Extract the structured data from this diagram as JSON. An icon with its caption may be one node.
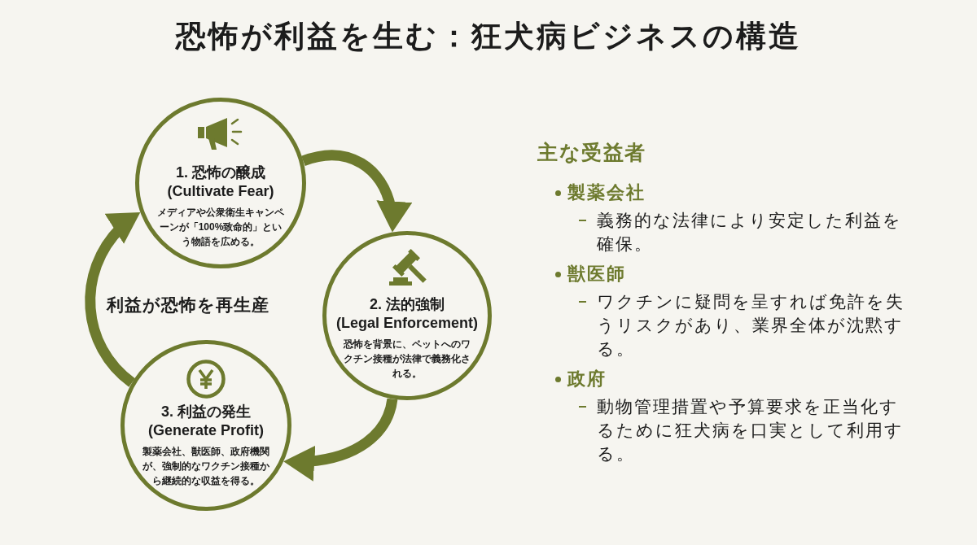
{
  "diagram": {
    "title": "恐怖が利益を生む：狂犬病ビジネスの構造",
    "nodes": [
      {
        "text": [
          "1. 恐怖の醸成",
          "(Cultivate Fear)",
          "メディアや公衆衛生キャンペーンが「100%致命的」という物語を広める。"
        ]
      },
      {
        "text": [
          "2. 法的強制",
          "(Legal Enforcement)",
          "恐怖を背景に、ペットへのワクチン接種が法律で義務化される。"
        ]
      },
      {
        "text": [
          "3. 利益の発生",
          "(Generate Profit)",
          "製薬会社、獣医師、政府機関が、強制的なワクチン接種から継続的な収益を得る。"
        ]
      }
    ],
    "edges": [
      {
        "from": 0,
        "to": 1,
        "arrow": "to"
      },
      {
        "from": 1,
        "to": 2,
        "arrow": "to"
      },
      {
        "from": 2,
        "to": 0,
        "arrow": "to",
        "label": "利益が恐怖を再生産"
      }
    ],
    "labels": [
      "主な受益者",
      "製薬会社",
      "義務的な法律により安定した利益を確保。",
      "獣医師",
      "ワクチンに疑問を呈すれば免許を失うリスクがあり、業界全体が沈黙する。",
      "政府",
      "動物管理措置や予算要求を正当化するために狂犬病を口実として利用する。"
    ]
  }
}
